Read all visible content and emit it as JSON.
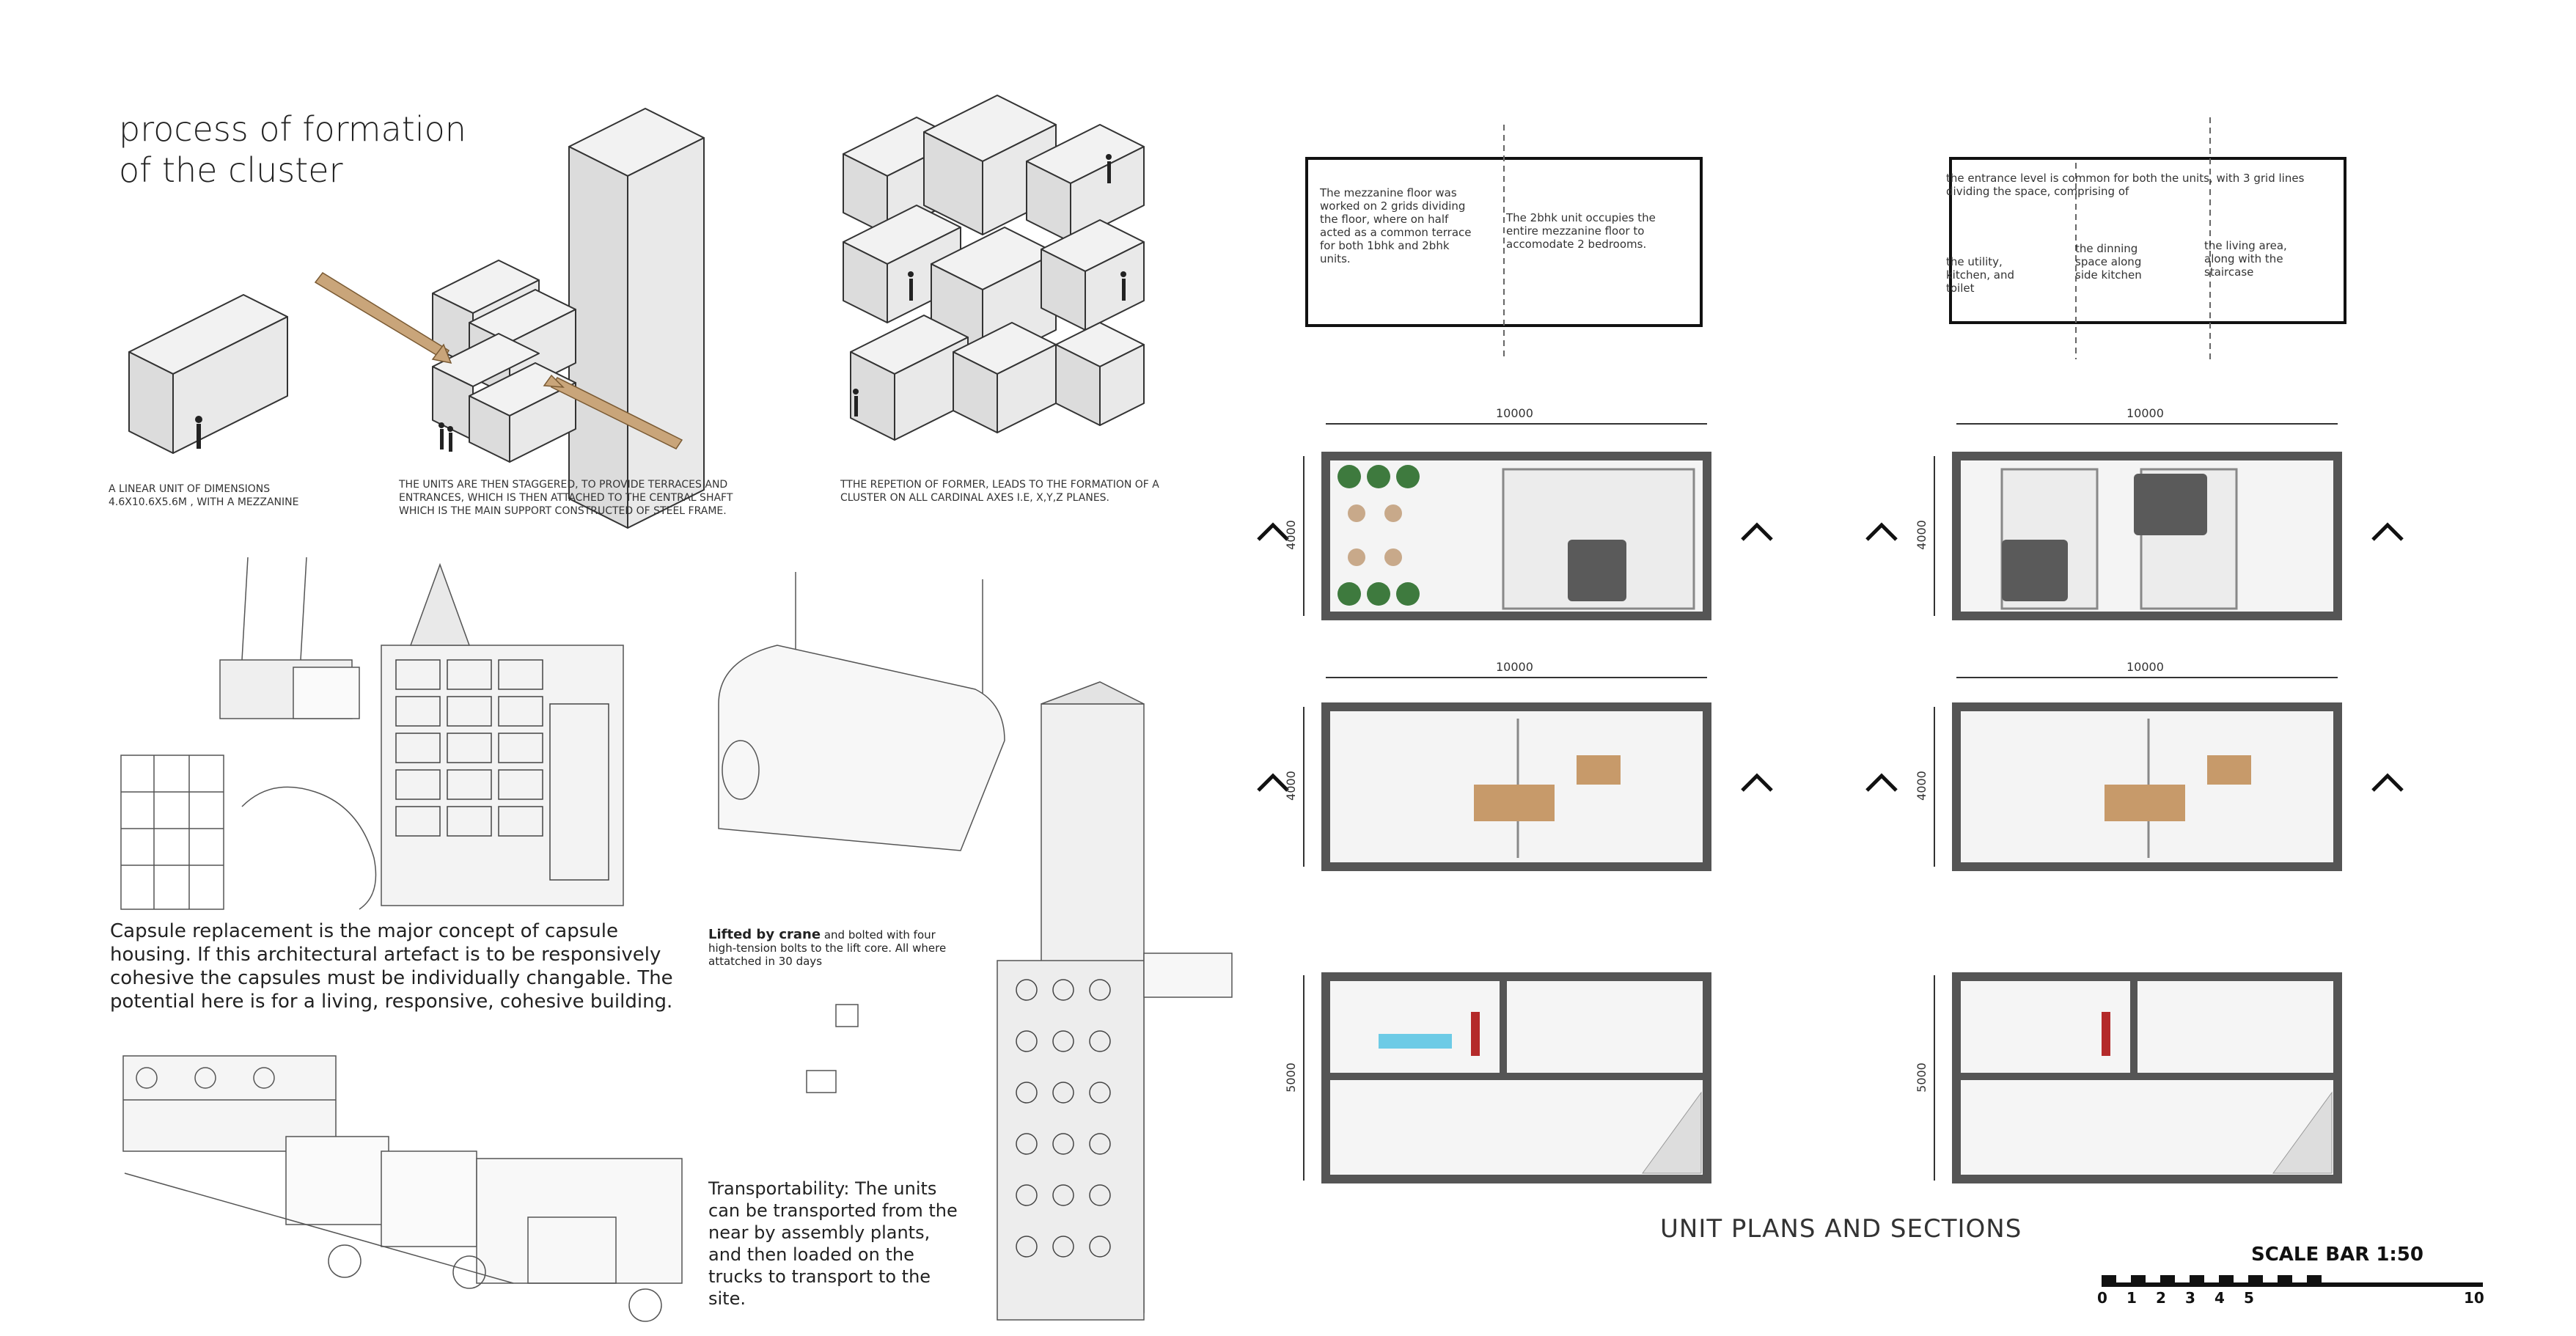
{
  "title": {
    "line1": "process of formation",
    "line2": "of the cluster"
  },
  "captions": {
    "linear_unit": "A LINEAR UNIT OF DIMENSIONS 4.6X10.6X5.6M , WITH A MEZZANINE",
    "staggered": "THE UNITS ARE THEN STAGGERED, TO PROVIDE TERRACES AND ENTRANCES, WHICH IS THEN ATTACHED TO THE CENTRAL SHAFT WHICH IS THE MAIN SUPPORT CONSTRUCTED OF STEEL FRAME.",
    "repetition": "TTHE REPETION OF FORMER, LEADS TO THE FORMATION OF A CLUSTER ON ALL CARDINAL AXES I.E, X,Y,Z PLANES."
  },
  "capsule_text": "Capsule replacement is the major concept of capsule housing. If this architectural artefact is to be responsively cohesive the capsules must be individually changable. The potential here is for a living, responsive, cohesive building.",
  "crane_label": {
    "bold": "Lifted by crane",
    "rest": "and bolted with four high-tension bolts to the lift core. All where attatched in 30 days"
  },
  "transport_text": "Transportability: The units can be transported from the near by assembly plants, and then loaded on the trucks to transport to the site.",
  "notes": {
    "mezzanine_left": "The mezzanine floor was worked on 2 grids dividing the floor, where on half acted as a common terrace for both 1bhk and 2bhk units.",
    "mezzanine_right": "The 2bhk unit occupies the entire mezzanine floor to accomodate 2 bedrooms.",
    "entrance_top": "the entrance level is common for both the units, with 3 grid lines dividing the space, comprising of",
    "entrance_col1": "the utility, kitchen, and toilet",
    "entrance_col2": "the dinning space along side kitchen",
    "entrance_col3": "the living area, along with the staircase"
  },
  "dimensions": {
    "length": "10000",
    "width": "4000",
    "height": "5000"
  },
  "plans_heading": "UNIT PLANS AND SECTIONS",
  "scale": {
    "title": "SCALE BAR 1:50",
    "ticks": [
      "0",
      "1",
      "2",
      "3",
      "4",
      "5",
      "10"
    ]
  }
}
